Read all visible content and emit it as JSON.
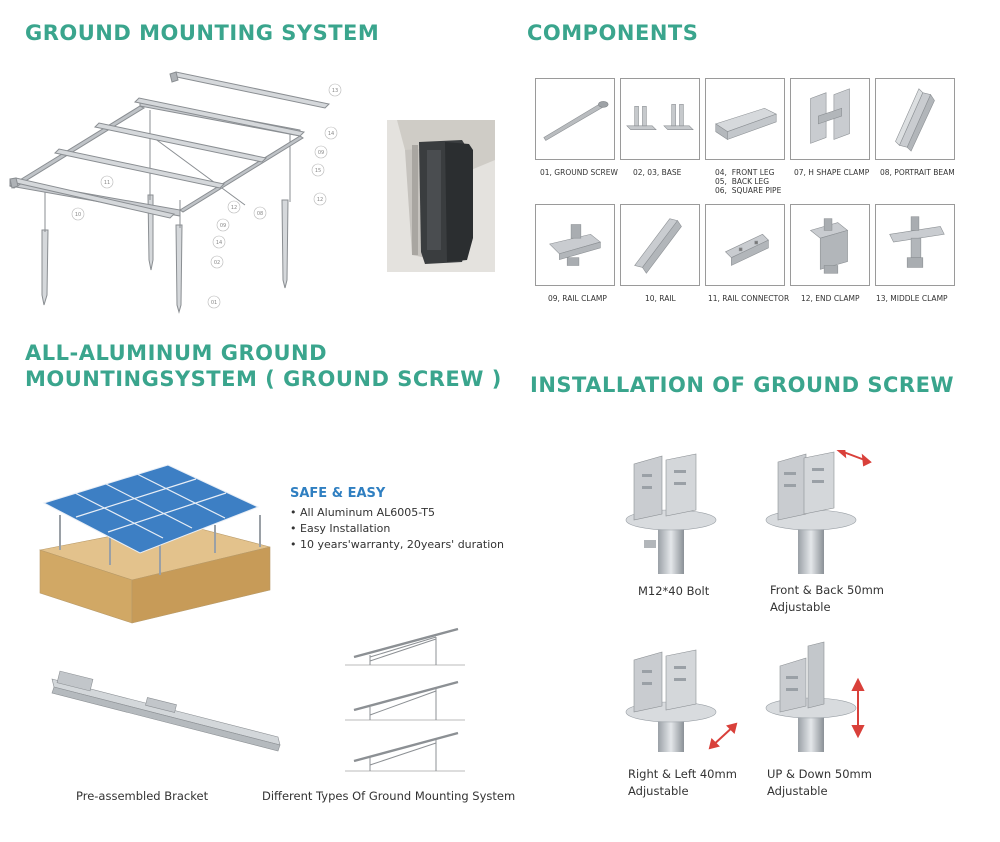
{
  "headings": {
    "ground_mounting": "GROUND MOUNTING SYSTEM",
    "components": "COMPONENTS",
    "all_aluminum_line1": "ALL-ALUMINUM GROUND",
    "all_aluminum_line2": "MOUNTINGSYSTEM ( GROUND SCREW )",
    "installation": "INSTALLATION OF GROUND SCREW"
  },
  "diagram_callouts": [
    "13",
    "14",
    "09",
    "15",
    "12",
    "11",
    "12",
    "10",
    "08",
    "09",
    "14",
    "02",
    "01"
  ],
  "components": [
    {
      "label": "01,  GROUND SCREW",
      "icon": "ground-screw-icon"
    },
    {
      "label": "02,  03,  BASE",
      "icon": "base-icon"
    },
    {
      "label": "04,  FRONT LEG\n05,  BACK LEG\n06,  SQUARE PIPE",
      "icon": "square-pipe-icon"
    },
    {
      "label": "07,  H SHAPE CLAMP",
      "icon": "h-shape-clamp-icon"
    },
    {
      "label": "08,  PORTRAIT BEAM",
      "icon": "portrait-beam-icon"
    },
    {
      "label": "09,  RAIL CLAMP",
      "icon": "rail-clamp-icon"
    },
    {
      "label": "10,  RAIL",
      "icon": "rail-icon"
    },
    {
      "label": "11,  RAIL CONNECTOR",
      "icon": "rail-connector-icon"
    },
    {
      "label": "12,  END CLAMP",
      "icon": "end-clamp-icon"
    },
    {
      "label": "13,  MIDDLE CLAMP",
      "icon": "middle-clamp-icon"
    }
  ],
  "safe_easy": {
    "title": "SAFE & EASY",
    "bullets": [
      "All Aluminum AL6005-T5",
      "Easy Installation",
      "10 years'warranty,  20years' duration"
    ]
  },
  "captions": {
    "pre_assembled": "Pre-assembled Bracket",
    "different_types": "Different Types Of Ground Mounting System"
  },
  "installation_steps": [
    {
      "label": "M12*40 Bolt"
    },
    {
      "label": "Front & Back 50mm\nAdjustable"
    },
    {
      "label": "Right & Left 40mm\nAdjustable"
    },
    {
      "label": "UP & Down 50mm\nAdjustable"
    }
  ],
  "colors": {
    "heading": "#3aa58d",
    "safe_title": "#2f7fc1",
    "arrow": "#d9403a",
    "panel": "#3d7fc4",
    "ground": "#d8b57d"
  }
}
